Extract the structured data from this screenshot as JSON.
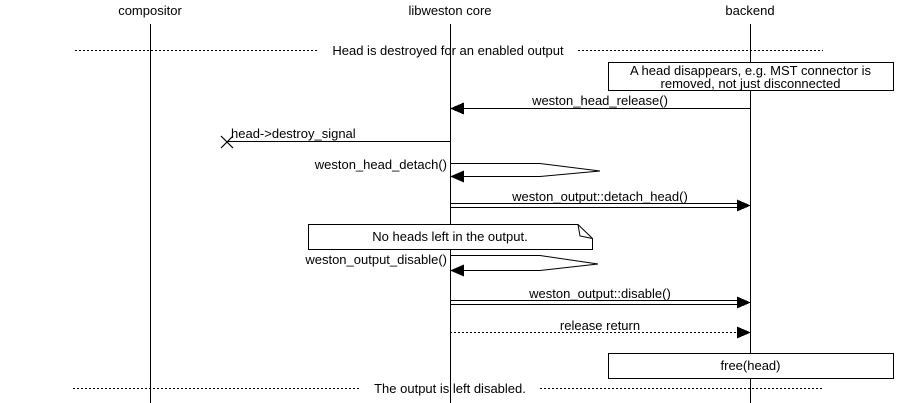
{
  "diagram": {
    "entities": [
      {
        "label": "compositor"
      },
      {
        "label": "libweston core"
      },
      {
        "label": "backend"
      }
    ],
    "dividers": [
      {
        "label": "Head is destroyed for an enabled output"
      },
      {
        "label": "The output is left disabled."
      }
    ],
    "boxes": [
      {
        "lines": [
          "A head disappears, e.g. MST connector is",
          "removed, not just disconnected"
        ],
        "anchor": "backend"
      },
      {
        "label": "free(head)",
        "anchor": "backend"
      }
    ],
    "note": {
      "label": "No heads left in the output.",
      "anchor": "libweston core"
    },
    "messages": [
      {
        "label": "weston_head_release()",
        "from": "backend",
        "to": "libweston core",
        "style": "solid-call"
      },
      {
        "label": "head->destroy_signal",
        "from": "libweston core",
        "to": "lost",
        "style": "lost-message"
      },
      {
        "label": "weston_head_detach()",
        "from": "libweston core",
        "to": "libweston core",
        "style": "self-call"
      },
      {
        "label": "weston_output::detach_head()",
        "from": "libweston core",
        "to": "backend",
        "style": "double-call"
      },
      {
        "label": "weston_output_disable()",
        "from": "libweston core",
        "to": "libweston core",
        "style": "self-call"
      },
      {
        "label": "weston_output::disable()",
        "from": "libweston core",
        "to": "backend",
        "style": "double-call"
      },
      {
        "label": "release return",
        "from": "libweston core",
        "to": "backend",
        "style": "dotted-return"
      }
    ],
    "colors": {
      "line": "#000000",
      "background": "#ffffff"
    }
  }
}
